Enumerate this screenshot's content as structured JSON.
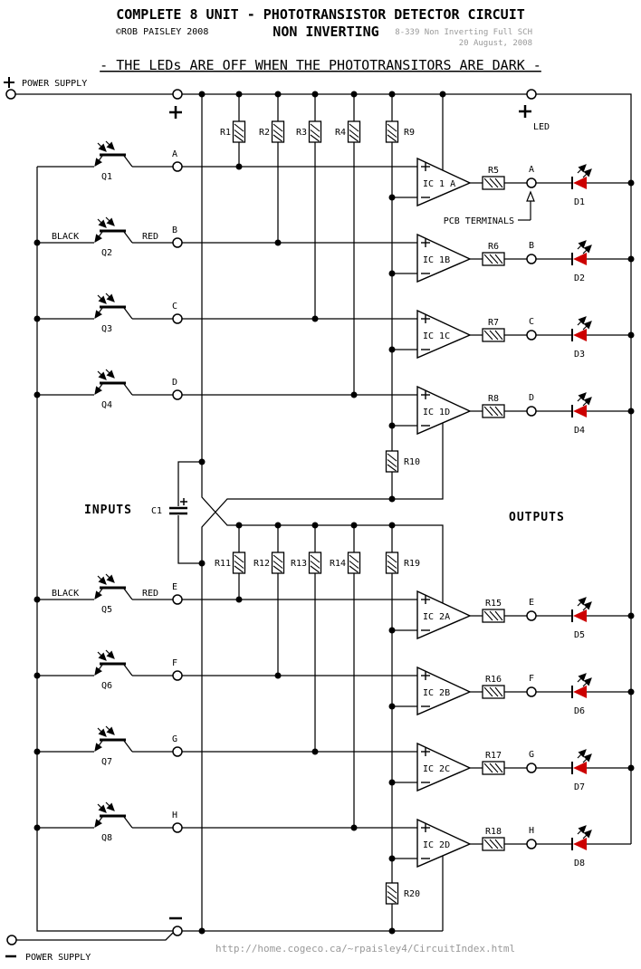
{
  "header": {
    "title": "COMPLETE 8 UNIT - PHOTOTRANSISTOR DETECTOR CIRCUIT",
    "copyright": "©ROB PAISLEY 2008",
    "mode": "NON INVERTING",
    "doc_ref": "8-339 Non Inverting Full SCH",
    "doc_date": "20 August, 2008",
    "banner": "- THE LEDs ARE OFF WHEN THE PHOTOTRANSITORS ARE DARK -"
  },
  "labels": {
    "power_supply_plus": "POWER SUPPLY",
    "power_supply_minus": "POWER SUPPLY",
    "led_terminal": "LED",
    "pcb_terminals": "PCB TERMINALS",
    "inputs": "INPUTS",
    "outputs": "OUTPUTS",
    "wire_black": "BLACK",
    "wire_red": "RED",
    "capacitor": "C1"
  },
  "bias": {
    "upper": {
      "top": "R9",
      "bottom": "R10"
    },
    "lower": {
      "top": "R19",
      "bottom": "R20"
    }
  },
  "units": [
    {
      "q": "Q1",
      "in": "A",
      "pull": "R1",
      "ic": "IC 1 A",
      "rout": "R5",
      "out": "A",
      "led": "D1"
    },
    {
      "q": "Q2",
      "in": "B",
      "pull": "R2",
      "ic": "IC 1B",
      "rout": "R6",
      "out": "B",
      "led": "D2",
      "wires": true
    },
    {
      "q": "Q3",
      "in": "C",
      "pull": "R3",
      "ic": "IC 1C",
      "rout": "R7",
      "out": "C",
      "led": "D3"
    },
    {
      "q": "Q4",
      "in": "D",
      "pull": "R4",
      "ic": "IC 1D",
      "rout": "R8",
      "out": "D",
      "led": "D4"
    },
    {
      "q": "Q5",
      "in": "E",
      "pull": "R11",
      "ic": "IC 2A",
      "rout": "R15",
      "out": "E",
      "led": "D5",
      "wires": true
    },
    {
      "q": "Q6",
      "in": "F",
      "pull": "R12",
      "ic": "IC 2B",
      "rout": "R16",
      "out": "F",
      "led": "D6"
    },
    {
      "q": "Q7",
      "in": "G",
      "pull": "R13",
      "ic": "IC 2C",
      "rout": "R17",
      "out": "G",
      "led": "D7"
    },
    {
      "q": "Q8",
      "in": "H",
      "pull": "R14",
      "ic": "IC 2D",
      "rout": "R18",
      "out": "H",
      "led": "D8"
    }
  ],
  "footer": {
    "url": "http://home.cogeco.ca/~rpaisley4/CircuitIndex.html"
  },
  "colors": {
    "wire": "#000000",
    "led": "#CC0000",
    "muted": "#999999",
    "background": "#FFFFFF"
  }
}
